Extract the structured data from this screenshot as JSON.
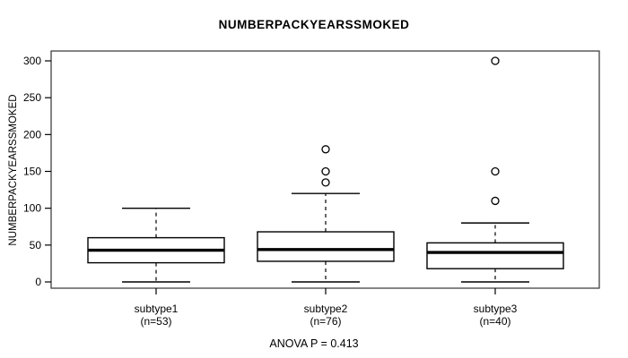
{
  "chart_data": {
    "type": "boxplot",
    "title": "NUMBERPACKYEARSSMOKED",
    "ylabel": "NUMBERPACKYEARSSMOKED",
    "annotation": "ANOVA P = 0.413",
    "ylim": [
      0,
      300
    ],
    "yticks": [
      0,
      50,
      100,
      150,
      200,
      250,
      300
    ],
    "grid": false,
    "legend": null,
    "groups": [
      {
        "label": "subtype1",
        "sublabel": "(n=53)",
        "whisker_low": 0,
        "q1": 26,
        "median": 43,
        "q3": 60,
        "whisker_high": 100,
        "outliers": []
      },
      {
        "label": "subtype2",
        "sublabel": "(n=76)",
        "whisker_low": 0,
        "q1": 28,
        "median": 44,
        "q3": 68,
        "whisker_high": 120,
        "outliers": [
          135,
          150,
          180
        ]
      },
      {
        "label": "subtype3",
        "sublabel": "(n=40)",
        "whisker_low": 0,
        "q1": 18,
        "median": 40,
        "q3": 53,
        "whisker_high": 80,
        "outliers": [
          110,
          150,
          300
        ]
      }
    ],
    "colors": {
      "line": "#000000",
      "box_fill": "#ffffff",
      "frame": "#333333",
      "background": "#ffffff"
    }
  }
}
